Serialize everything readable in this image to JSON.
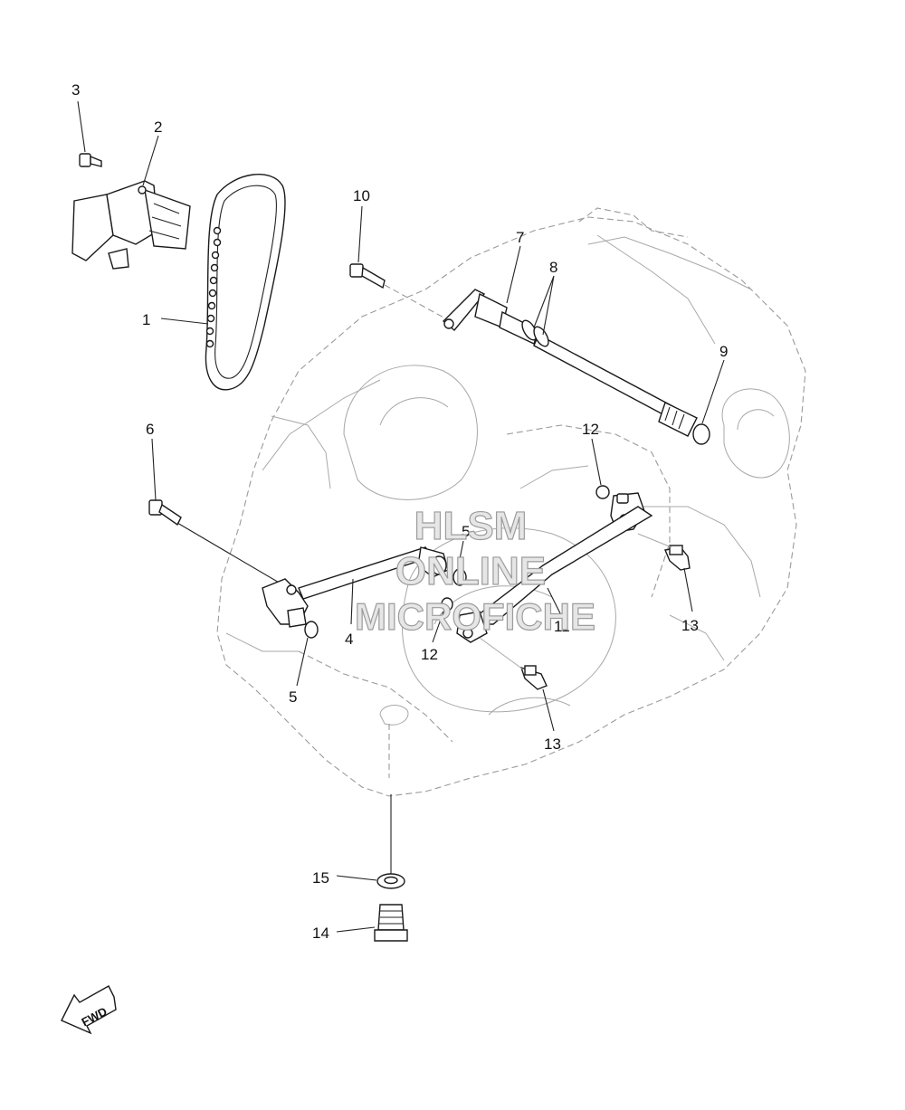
{
  "callouts": [
    {
      "id": "c3",
      "text": "3"
    },
    {
      "id": "c2",
      "text": "2"
    },
    {
      "id": "c1",
      "text": "1"
    },
    {
      "id": "c10",
      "text": "10"
    },
    {
      "id": "c7",
      "text": "7"
    },
    {
      "id": "c8",
      "text": "8"
    },
    {
      "id": "c9",
      "text": "9"
    },
    {
      "id": "c6",
      "text": "6"
    },
    {
      "id": "c12a",
      "text": "12"
    },
    {
      "id": "c5a",
      "text": "5"
    },
    {
      "id": "c4",
      "text": "4"
    },
    {
      "id": "c5b",
      "text": "5"
    },
    {
      "id": "c12b",
      "text": "12"
    },
    {
      "id": "c11",
      "text": "11"
    },
    {
      "id": "c13a",
      "text": "13"
    },
    {
      "id": "c13b",
      "text": "13"
    },
    {
      "id": "c15",
      "text": "15"
    },
    {
      "id": "c14",
      "text": "14"
    }
  ],
  "watermark": {
    "line1": "HLSM",
    "line2": "ONLINE",
    "line3": "MICROFICHE"
  },
  "fwd_arrow": {
    "text": "FWD"
  }
}
